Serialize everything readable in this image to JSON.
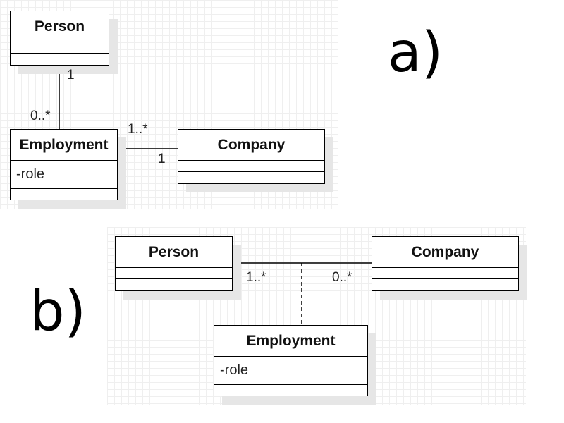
{
  "diagram_a": {
    "label": "a)",
    "person": {
      "name": "Person"
    },
    "employment": {
      "name": "Employment",
      "attribute": "-role"
    },
    "company": {
      "name": "Company"
    },
    "multiplicities": {
      "person_end": "1",
      "employment_end_person": "0..*",
      "employment_end_company": "1..*",
      "company_end": "1"
    }
  },
  "diagram_b": {
    "label": "b)",
    "person": {
      "name": "Person"
    },
    "company": {
      "name": "Company"
    },
    "employment": {
      "name": "Employment",
      "attribute": "-role"
    },
    "multiplicities": {
      "person_end": "1..*",
      "company_end": "0..*"
    }
  },
  "colors": {
    "line": "#000000",
    "grid": "#efefef",
    "shadow": "#e6e6e6"
  }
}
